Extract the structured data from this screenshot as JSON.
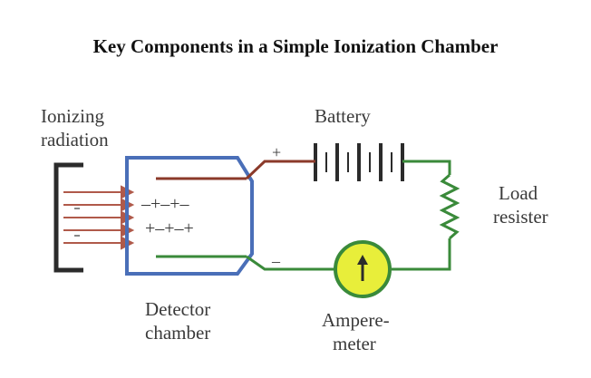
{
  "title": "Key Components in a Simple Ionization Chamber",
  "labels": {
    "ionizing_radiation": [
      "Ionizing",
      "radiation"
    ],
    "battery": "Battery",
    "load_resister": [
      "Load",
      "resister"
    ],
    "detector_chamber": [
      "Detector",
      "chamber"
    ],
    "amperemeter": [
      "Ampere-",
      "meter"
    ]
  },
  "chamber_charges": [
    "–+–+–",
    "+–+–+"
  ],
  "terminals": {
    "positive": "+",
    "negative": "–"
  },
  "colors": {
    "radiation_arrows": "#b05a4a",
    "chamber_wall": "#4a6fb8",
    "positive_wire": "#8b3a2a",
    "negative_wire": "#3a8a3a",
    "ammeter_fill": "#e8ee3a",
    "source_block": "#2b2b2b"
  }
}
